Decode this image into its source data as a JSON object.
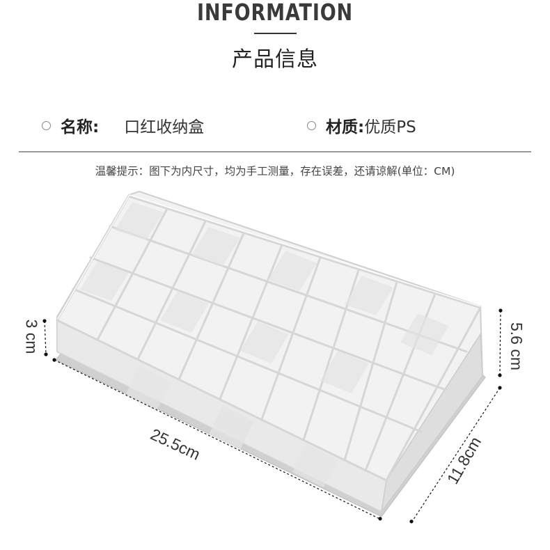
{
  "header": {
    "title_en": "INFORMATION",
    "title_cn": "产品信息"
  },
  "specs": [
    {
      "label": "名称:",
      "value": "口红收纳盒",
      "bullet_icon": "hollow-circle"
    },
    {
      "label": "材质:",
      "value": "优质PS",
      "bullet_icon": "hollow-circle"
    }
  ],
  "note": "温馨提示：图下为内尺寸，均为手工测量，存在误差，还请谅解(单位：CM)",
  "product": {
    "description": "Clear acrylic lipstick organizer, tiered grid of slots",
    "grid_columns": 9,
    "grid_rows": 4,
    "dimensions": {
      "height_front": "3 cm",
      "height_back": "5.6 cm",
      "length": "25.5cm",
      "width": "11.8cm"
    }
  },
  "colors": {
    "text_primary": "#333333",
    "divider": "#9a9a9a",
    "background": "#ffffff",
    "acrylic_edge": "#d9d9d9",
    "acrylic_fill": "#efefef"
  }
}
